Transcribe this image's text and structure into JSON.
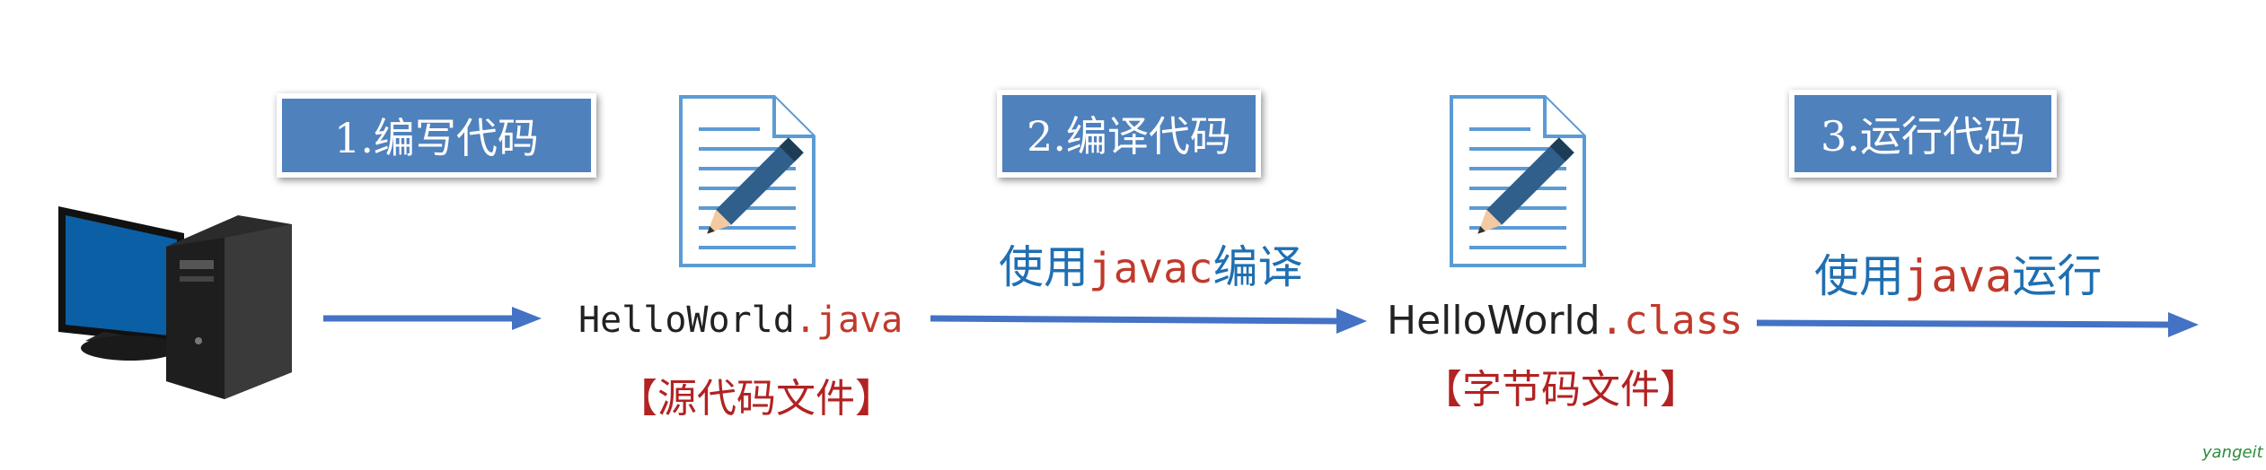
{
  "steps": [
    {
      "label": "1.编写代码"
    },
    {
      "label": "2.编译代码"
    },
    {
      "label": "3.运行代码"
    }
  ],
  "files": {
    "source": {
      "name": "HelloWorld",
      "ext": ".java",
      "caption": "【源代码文件】"
    },
    "bytecode": {
      "name": "HelloWorld",
      "ext": ".class",
      "caption": "【字节码文件】"
    }
  },
  "notes": {
    "compile": {
      "prefix": "使用",
      "cmd": "javac",
      "suffix": "编译"
    },
    "run": {
      "prefix": "使用",
      "cmd": "java",
      "suffix": "运行"
    }
  },
  "watermark": "yangeit",
  "colors": {
    "box": "#4f81bd",
    "arrow": "#4472c4",
    "accent": "#c0392b",
    "note": "#1f6fb2"
  }
}
